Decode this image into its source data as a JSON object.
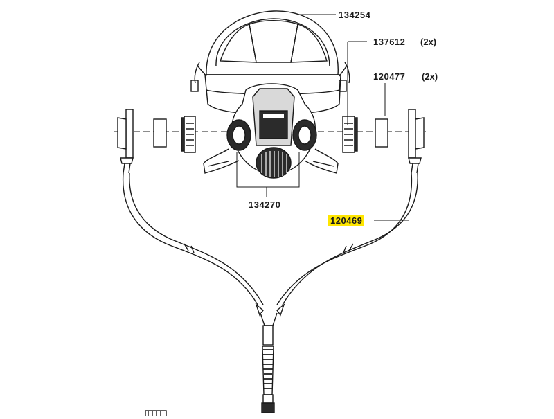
{
  "callouts": {
    "helmet_shell": {
      "part_number": "134254"
    },
    "filter_adapter": {
      "part_number": "137612",
      "quantity": "(2x)"
    },
    "prefilter": {
      "part_number": "120477",
      "quantity": "(2x)"
    },
    "facepiece": {
      "part_number": "134270"
    },
    "breathing_hose": {
      "part_number": "120469",
      "highlighted": true
    }
  },
  "colors": {
    "line": "#1a1a1a",
    "highlight": "#ffe600",
    "fill_dark": "#2b2b2b",
    "fill_light": "#d9d9d9"
  }
}
